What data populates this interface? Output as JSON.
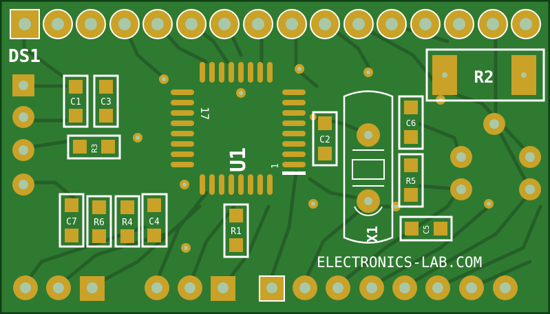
{
  "board": {
    "designator_main": "DS1",
    "ic_label": "U1",
    "ic_pin_17": "17",
    "ic_pin_1": "1",
    "crystal_label": "X1",
    "website": "ELECTRONICS-LAB.COM"
  },
  "components": {
    "c1": "C1",
    "c3": "C3",
    "r3": "R3",
    "c2": "C2",
    "c6": "C6",
    "r5": "R5",
    "c5": "C5",
    "c7": "C7",
    "r6": "R6",
    "r4": "R4",
    "c4": "C4",
    "r1": "R1",
    "r2": "R2"
  },
  "colors": {
    "board": "#2f7a31",
    "copper": "#2c6e2d",
    "pad": "#c9a227",
    "silk": "#ffffff",
    "edge": "#0d3f14"
  }
}
